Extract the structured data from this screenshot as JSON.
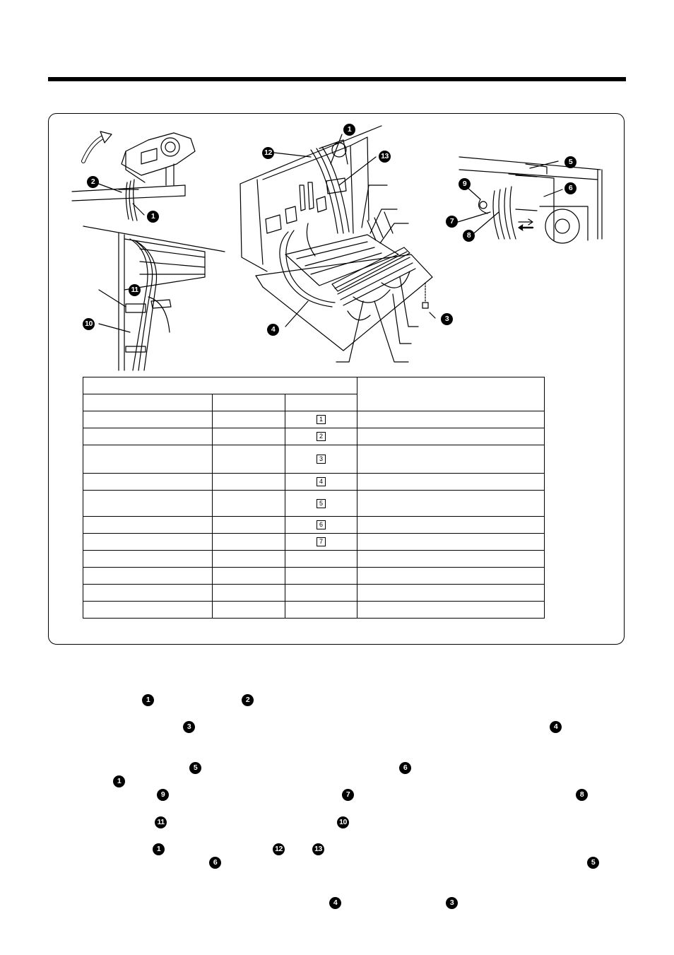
{
  "callouts": {
    "c1": "1",
    "c2": "2",
    "c3": "3",
    "c4": "4",
    "c5": "5",
    "c6": "6",
    "c7": "7",
    "c8": "8",
    "c9": "9",
    "c10": "10",
    "c11": "11",
    "c12": "12",
    "c13": "13"
  },
  "table": {
    "row_numbers": [
      "1",
      "2",
      "3",
      "4",
      "5",
      "6",
      "7"
    ]
  },
  "steps": {
    "s1": [
      "1",
      "2"
    ],
    "s2": [
      "3",
      "4"
    ],
    "s3": [
      "5",
      "6",
      "1"
    ],
    "s4": [
      "9",
      "7",
      "8"
    ],
    "s5": [
      "11",
      "10"
    ],
    "s6": [
      "1",
      "12",
      "13",
      "6",
      "5"
    ],
    "s7": [
      "4",
      "3"
    ]
  }
}
